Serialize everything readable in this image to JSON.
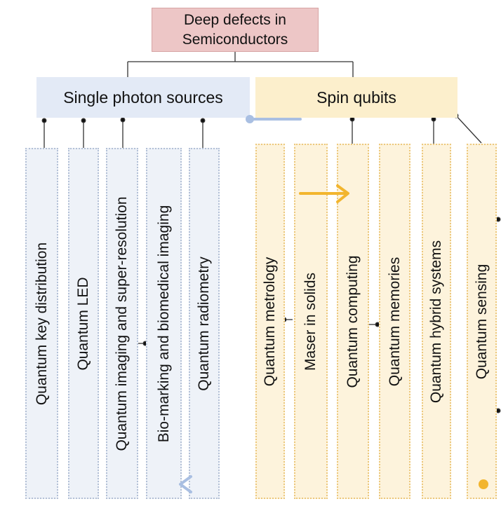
{
  "root": {
    "line1": "Deep defects in",
    "line2": "Semiconductors"
  },
  "categories": {
    "single_photon_sources": {
      "label": "Single photon sources",
      "color": "#e3eaf6"
    },
    "spin_qubits": {
      "label": "Spin qubits",
      "color": "#fcefcc"
    }
  },
  "applications": {
    "single_photon": [
      "Quantum key distribution",
      "Quantum LED",
      "Quantum imaging and super-resolution",
      "Bio-marking and biomedical imaging",
      "Quantum radiometry"
    ],
    "spin_qubits": [
      "Quantum metrology",
      "Maser in solids",
      "Quantum computing",
      "Quantum memories",
      "Quantum hybrid systems",
      "Quantum sensing"
    ]
  },
  "colors": {
    "connector": "#333333",
    "arrow_blue": "#a9bfe2",
    "arrow_yellow": "#f2b52e"
  }
}
